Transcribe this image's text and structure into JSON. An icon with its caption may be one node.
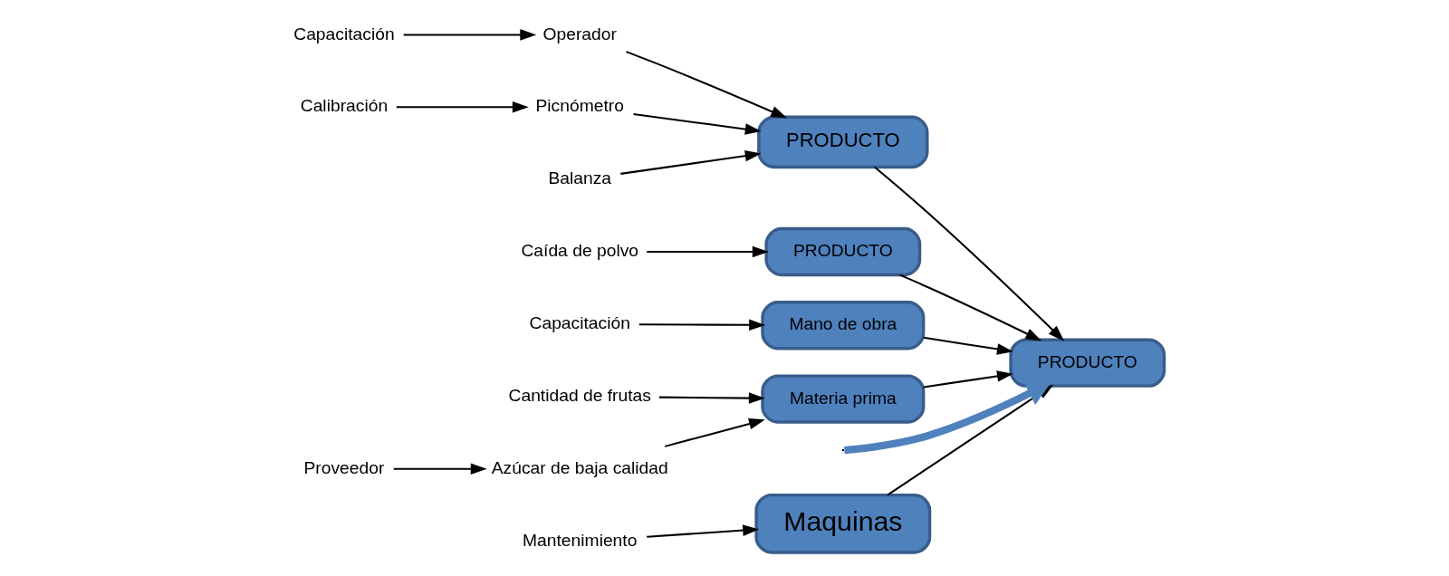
{
  "diagram": {
    "nodes": [
      {
        "text": [
          "Maquinas"
        ]
      },
      {
        "text": [
          "PRODUCTO"
        ]
      },
      {
        "text": [
          "PRODUCTO"
        ]
      },
      {
        "text": [
          "PRODUCTO"
        ]
      },
      {
        "text": [
          "Mano de obra"
        ]
      },
      {
        "text": [
          "Materia prima"
        ]
      },
      {
        "text": [
          "Mantenimiento"
        ]
      },
      {
        "text": [
          "Capacitación"
        ]
      },
      {
        "text": [
          "Operador"
        ]
      },
      {
        "text": [
          "Calibración"
        ]
      },
      {
        "text": [
          "Picnómetro"
        ]
      },
      {
        "text": [
          "Balanza"
        ]
      },
      {
        "text": [
          "Caída de polvo"
        ]
      },
      {
        "text": [
          "Capacitación"
        ]
      },
      {
        "text": [
          "Cantidad de frutas"
        ]
      },
      {
        "text": [
          "Proveedor"
        ]
      },
      {
        "text": [
          "Azúcar de baja calidad"
        ]
      }
    ],
    "edges": [
      {
        "from": null,
        "to": 2,
        "arrow": "to",
        "style": "thick",
        "color": "#4f81bd"
      },
      {
        "from": 0,
        "to": 2,
        "arrow": "to"
      },
      {
        "from": 1,
        "to": 2,
        "arrow": "to"
      },
      {
        "from": 3,
        "to": 2,
        "arrow": "to"
      },
      {
        "from": 4,
        "to": 2,
        "arrow": "to"
      },
      {
        "from": 5,
        "to": 2,
        "arrow": "to"
      },
      {
        "from": 6,
        "to": 0,
        "arrow": "to"
      },
      {
        "from": 7,
        "to": 8,
        "arrow": "to"
      },
      {
        "from": 8,
        "to": 1,
        "arrow": "to"
      },
      {
        "from": 9,
        "to": 10,
        "arrow": "to"
      },
      {
        "from": 10,
        "to": 1,
        "arrow": "to"
      },
      {
        "from": 11,
        "to": 1,
        "arrow": "to"
      },
      {
        "from": 12,
        "to": 3,
        "arrow": "to"
      },
      {
        "from": 13,
        "to": 4,
        "arrow": "to"
      },
      {
        "from": 14,
        "to": 5,
        "arrow": "to"
      },
      {
        "from": 15,
        "to": 16,
        "arrow": "to"
      },
      {
        "from": 16,
        "to": 5,
        "arrow": "to"
      }
    ]
  }
}
